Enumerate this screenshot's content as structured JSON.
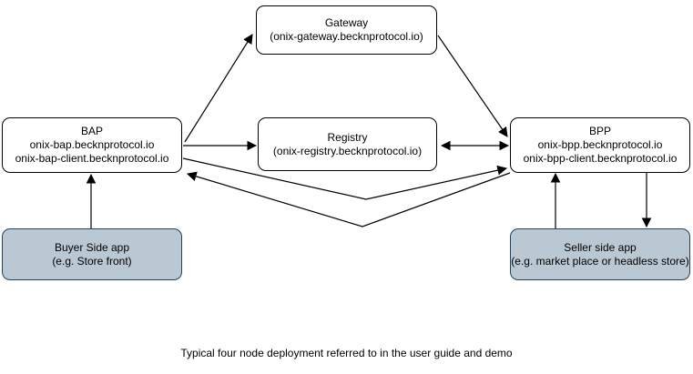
{
  "caption": "Typical four node deployment referred to in the user guide and demo",
  "colors": {
    "node_fill": "#ffffff",
    "node_stroke": "#000000",
    "app_fill": "#bac8d3",
    "app_stroke": "#23445d",
    "arrow": "#000000",
    "background": "#ffffff"
  },
  "nodes": {
    "gateway": {
      "lines": [
        "Gateway",
        "(onix-gateway.becknprotocol.io)"
      ]
    },
    "bap": {
      "lines": [
        "BAP",
        "onix-bap.becknprotocol.io",
        "onix-bap-client.becknprotocol.io"
      ]
    },
    "registry": {
      "lines": [
        "Registry",
        "(onix-registry.becknprotocol.io)"
      ]
    },
    "bpp": {
      "lines": [
        "BPP",
        "onix-bpp.becknprotocol.io",
        "onix-bpp-client.becknprotocol.io"
      ]
    },
    "buyer_app": {
      "lines": [
        "Buyer Side app",
        "(e.g. Store front)"
      ]
    },
    "seller_app": {
      "lines": [
        "Seller side app",
        "(e.g. market place or headless store)"
      ]
    }
  },
  "edges": [
    {
      "id": "bap-to-gateway",
      "from": "BAP",
      "to": "Gateway",
      "arrows": "end"
    },
    {
      "id": "bap-to-registry",
      "from": "BAP",
      "to": "Registry",
      "arrows": "end"
    },
    {
      "id": "registry-bpp",
      "from": "Registry",
      "to": "BPP",
      "arrows": "both"
    },
    {
      "id": "gateway-to-bpp",
      "from": "Gateway",
      "to": "BPP",
      "arrows": "end"
    },
    {
      "id": "bap-to-bpp",
      "from": "BAP",
      "to": "BPP",
      "arrows": "end"
    },
    {
      "id": "bpp-to-bap",
      "from": "BPP",
      "to": "BAP",
      "arrows": "end"
    },
    {
      "id": "buyer-app-to-bap",
      "from": "Buyer Side app",
      "to": "BAP",
      "arrows": "end"
    },
    {
      "id": "seller-app-to-bpp",
      "from": "Seller side app",
      "to": "BPP",
      "arrows": "end"
    },
    {
      "id": "bpp-to-seller-app",
      "from": "BPP",
      "to": "Seller side app",
      "arrows": "end"
    }
  ]
}
